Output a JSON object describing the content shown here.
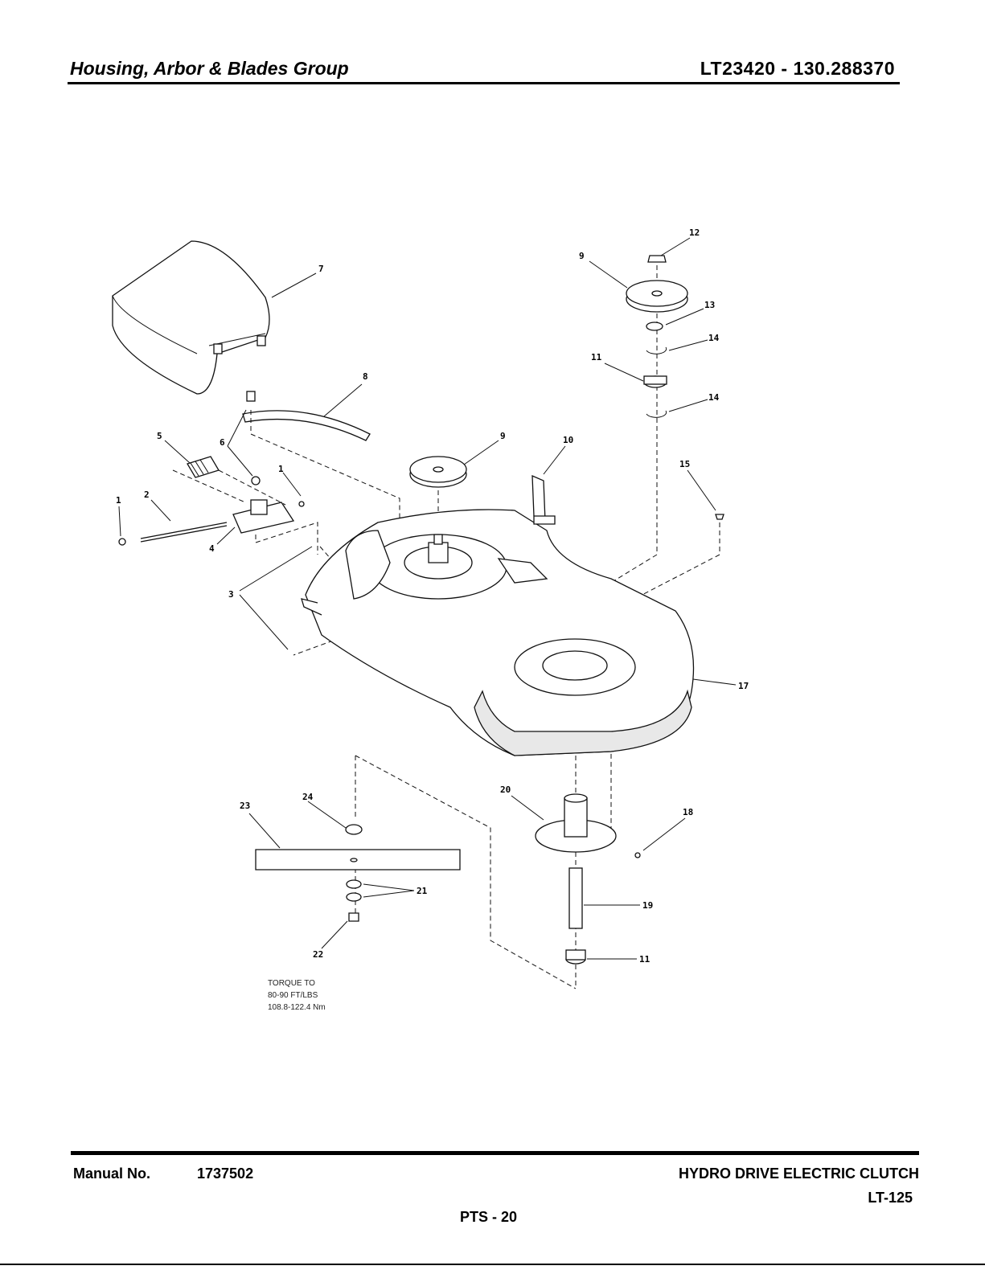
{
  "header": {
    "title": "Housing, Arbor & Blades Group",
    "model": "LT23420 - 130.288370"
  },
  "diagram": {
    "callouts": {
      "c1a": "1",
      "c1b": "1",
      "c2": "2",
      "c3": "3",
      "c4": "4",
      "c5": "5",
      "c6": "6",
      "c7": "7",
      "c8": "8",
      "c9a": "9",
      "c9b": "9",
      "c10": "10",
      "c11a": "11",
      "c11b": "11",
      "c12": "12",
      "c13": "13",
      "c14a": "14",
      "c14b": "14",
      "c15": "15",
      "c17": "17",
      "c18": "18",
      "c19": "19",
      "c20": "20",
      "c21": "21",
      "c22": "22",
      "c23": "23",
      "c24": "24"
    },
    "torque_note": [
      "TORQUE TO",
      "80-90 FT/LBS",
      "108.8-122.4 Nm"
    ]
  },
  "footer": {
    "manual_label": "Manual No.",
    "manual_number": "1737502",
    "subtitle": "HYDRO DRIVE ELECTRIC CLUTCH",
    "model": "LT-125",
    "page": "PTS - 20"
  }
}
